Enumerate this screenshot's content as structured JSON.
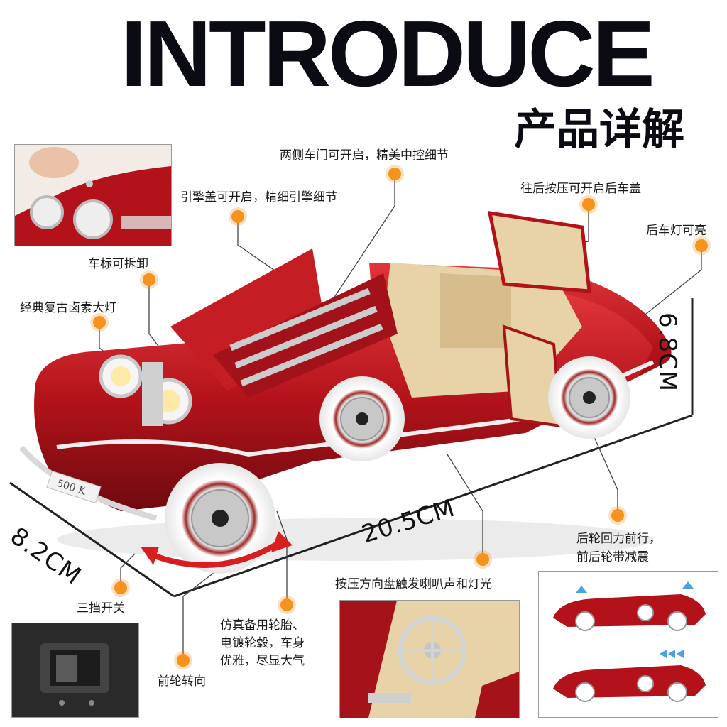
{
  "header": {
    "title": "INTRODUCE",
    "subtitle": "产品详解"
  },
  "features": {
    "doors": "两侧车门可开启，精美中控细节",
    "hood": "引擎盖可开启，精细引擎细节",
    "trunk": "往后按压可开启后车盖",
    "tail_light": "后车灯可亮",
    "badge": "车标可拆卸",
    "headlight": "经典复古卤素大灯",
    "rear_wheel_line1": "后轮回力前行，",
    "rear_wheel_line2": "前后轮带减震",
    "horn": "按压方向盘触发喇叭声和灯光",
    "switch": "三挡开关",
    "spare_line1": "仿真备用轮胎、",
    "spare_line2": "电镀轮毂，车身",
    "spare_line3": "优雅，尽显大气",
    "steering": "前轮转向"
  },
  "dimensions": {
    "height": "6.8CM",
    "width": "8.2CM",
    "length": "20.5CM"
  },
  "car": {
    "plate": "500 K"
  },
  "colors": {
    "body_red": "#b3121a",
    "interior_beige": "#e8d3a8",
    "accent_orange": "#f6921e",
    "title_dark": "#0b0b14"
  }
}
